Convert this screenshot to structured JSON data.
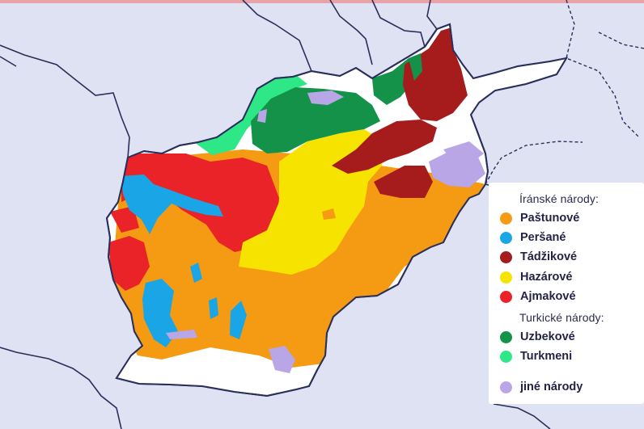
{
  "legend": {
    "iranian_heading": "Íránské národy:",
    "turkic_heading": "Turkické národy:",
    "items": [
      {
        "key": "pashtuns",
        "label": "Paštunové",
        "color": "#f59a13"
      },
      {
        "key": "persians",
        "label": "Peršané",
        "color": "#1aa6e6"
      },
      {
        "key": "tajiks",
        "label": "Tádžikové",
        "color": "#a61c1c"
      },
      {
        "key": "hazaras",
        "label": "Hazárové",
        "color": "#f7e300"
      },
      {
        "key": "aimaks",
        "label": "Ajmakové",
        "color": "#ea2328"
      },
      {
        "key": "uzbeks",
        "label": "Uzbekové",
        "color": "#15924a"
      },
      {
        "key": "turkmens",
        "label": "Turkmeni",
        "color": "#2ee887"
      },
      {
        "key": "others",
        "label": "jiné národy",
        "color": "#b8a6e6"
      }
    ]
  },
  "colors": {
    "background": "#dfe2f2",
    "border": "#2a2f5a",
    "country_fill": "#ffffff"
  }
}
